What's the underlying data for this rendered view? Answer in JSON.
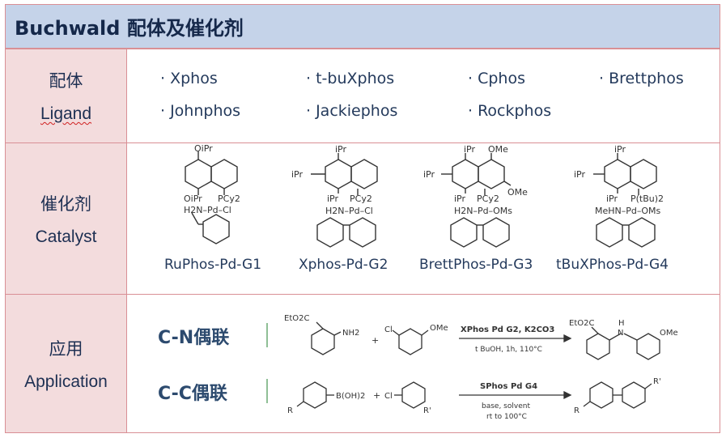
{
  "title": "Buchwald 配体及催化剂",
  "ligand_row": {
    "label_zh": "配体",
    "label_en": "Ligand",
    "items": [
      "· Xphos",
      "· t-buXphos",
      "· Cphos",
      "· Brettphos",
      "· Johnphos",
      "· Jackiephos",
      "· Rockphos"
    ]
  },
  "catalyst_row": {
    "label_zh": "催化剂",
    "label_en": "Catalyst",
    "catalysts": [
      {
        "name": "RuPhos-Pd-G1",
        "labels": {
          "top": "OiPr",
          "mid": "OiPr",
          "pcy": "PCy2",
          "pd": "H2N–Pd–Cl"
        }
      },
      {
        "name": "Xphos-Pd-G2",
        "labels": {
          "top": "iPr",
          "left": "iPr",
          "mid": "iPr",
          "pcy": "PCy2",
          "pd": "H2N–Pd–Cl"
        }
      },
      {
        "name": "BrettPhos-Pd-G3",
        "labels": {
          "top": "iPr",
          "ome1": "OMe",
          "left": "iPr",
          "mid": "iPr",
          "pcy": "PCy2",
          "ome2": "OMe",
          "pd": "H2N–Pd–OMs"
        }
      },
      {
        "name": "tBuXPhos-Pd-G4",
        "labels": {
          "top": "iPr",
          "left": "iPr",
          "mid": "iPr",
          "pcy": "P(tBu)2",
          "pd": "MeHN–Pd–OMs"
        }
      }
    ]
  },
  "application_row": {
    "label_zh": "应用",
    "label_en": "Application",
    "reactions": [
      {
        "name": "C-N偶联",
        "reactant1_label": "EtO2C",
        "reactant1_sub": "NH2",
        "plus": "+",
        "reactant2_left": "Cl",
        "reactant2_right": "OMe",
        "catalyst": "XPhos Pd G2, K2CO3",
        "conditions": "t BuOH, 1h, 110°C",
        "product_label": "EtO2C",
        "product_nh": "H",
        "product_n": "N",
        "product_right": "OMe"
      },
      {
        "name": "C-C偶联",
        "reactant1_left": "R",
        "reactant1_right": "B(OH)2",
        "plus": "+",
        "reactant2_left": "Cl",
        "reactant2_right": "R'",
        "catalyst": "SPhos Pd G4",
        "conditions1": "base, solvent",
        "conditions2": "rt to 100°C",
        "product_left": "R",
        "product_right": "R'"
      }
    ]
  }
}
